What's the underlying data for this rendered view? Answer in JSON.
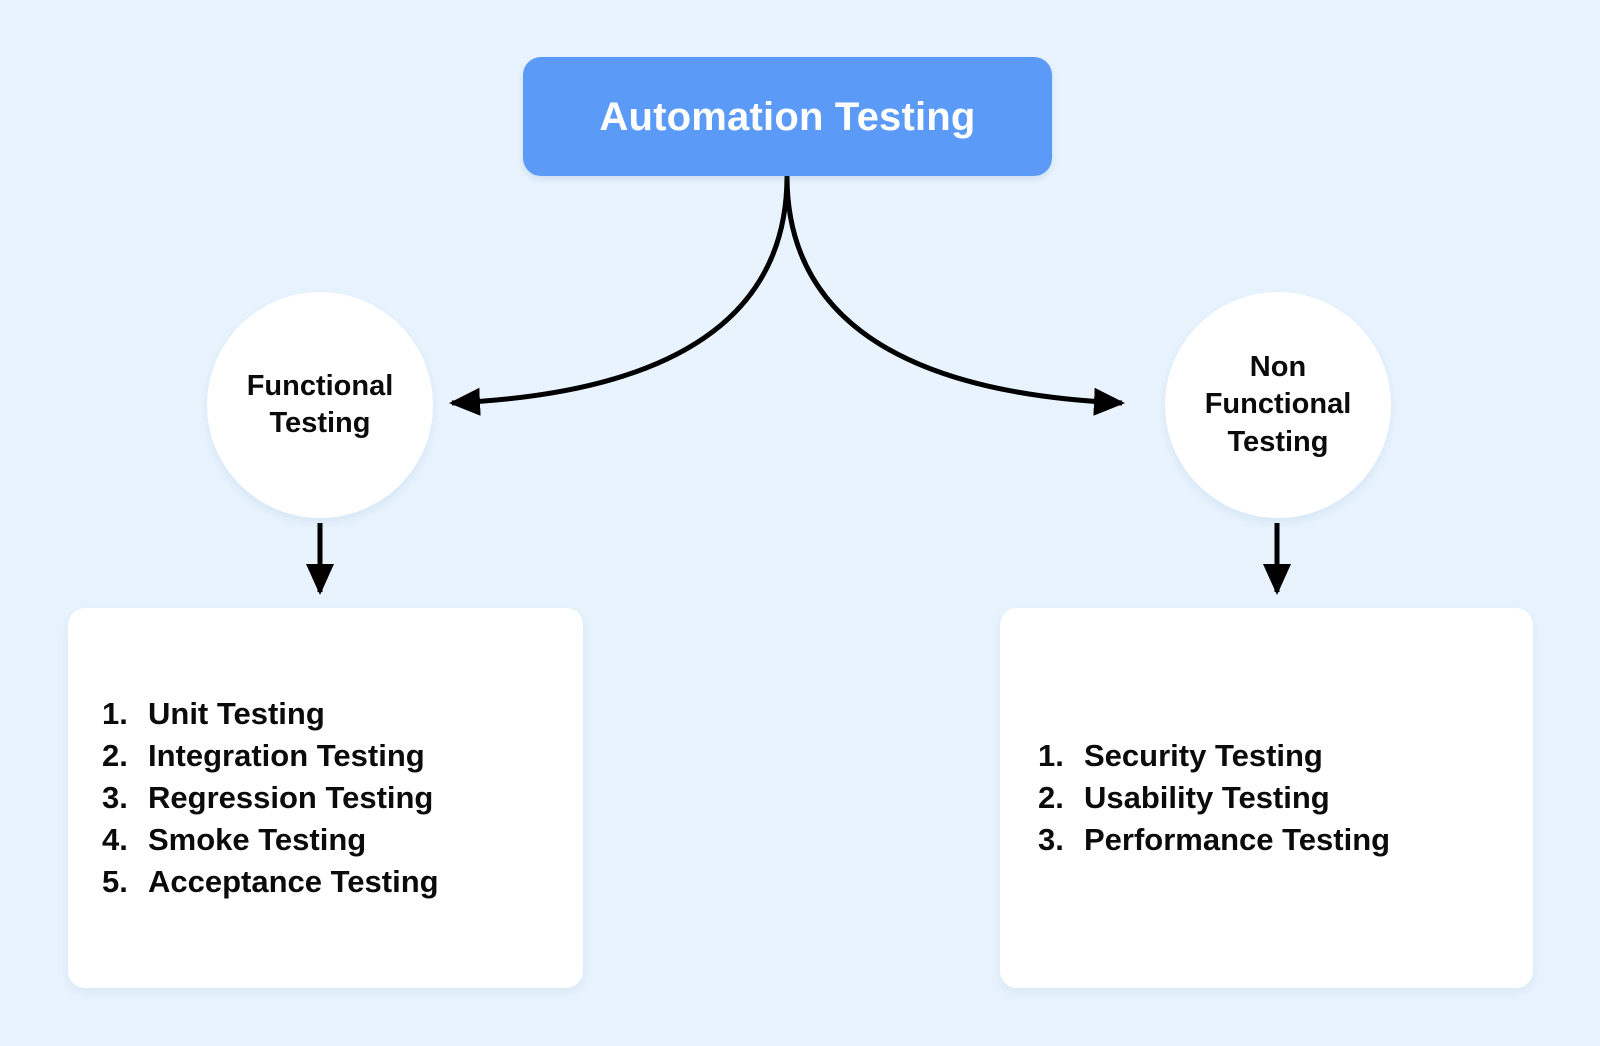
{
  "diagram": {
    "title": "Automation Testing",
    "background_color": "#e8f3fd",
    "accent_color": "#5b9bf7",
    "node_color": "#ffffff",
    "text_color": "#0b0b0b",
    "root": {
      "label": "Automation Testing"
    },
    "branches": [
      {
        "id": "functional",
        "circle_label": "Functional\nTesting",
        "circle_line1": "Functional",
        "circle_line2": "Testing",
        "circle_line3": "",
        "items": [
          {
            "num": "1.",
            "label": "Unit Testing"
          },
          {
            "num": "2.",
            "label": "Integration Testing"
          },
          {
            "num": "3.",
            "label": "Regression Testing"
          },
          {
            "num": "4.",
            "label": "Smoke Testing"
          },
          {
            "num": "5.",
            "label": "Acceptance Testing"
          }
        ]
      },
      {
        "id": "non-functional",
        "circle_label": "Non\nFunctional\nTesting",
        "circle_line1": "Non",
        "circle_line2": "Functional",
        "circle_line3": "Testing",
        "items": [
          {
            "num": "1.",
            "label": "Security Testing"
          },
          {
            "num": "2.",
            "label": "Usability Testing"
          },
          {
            "num": "3.",
            "label": "Performance Testing"
          }
        ]
      }
    ],
    "connectors": [
      {
        "name": "root-to-functional",
        "kind": "curved-arrow",
        "from": "root",
        "to": "functional-circle"
      },
      {
        "name": "root-to-non-functional",
        "kind": "curved-arrow",
        "from": "root",
        "to": "non-functional-circle"
      },
      {
        "name": "functional-to-list",
        "kind": "straight-arrow",
        "from": "functional-circle",
        "to": "functional-list"
      },
      {
        "name": "non-functional-to-list",
        "kind": "straight-arrow",
        "from": "non-functional-circle",
        "to": "non-functional-list"
      }
    ]
  }
}
